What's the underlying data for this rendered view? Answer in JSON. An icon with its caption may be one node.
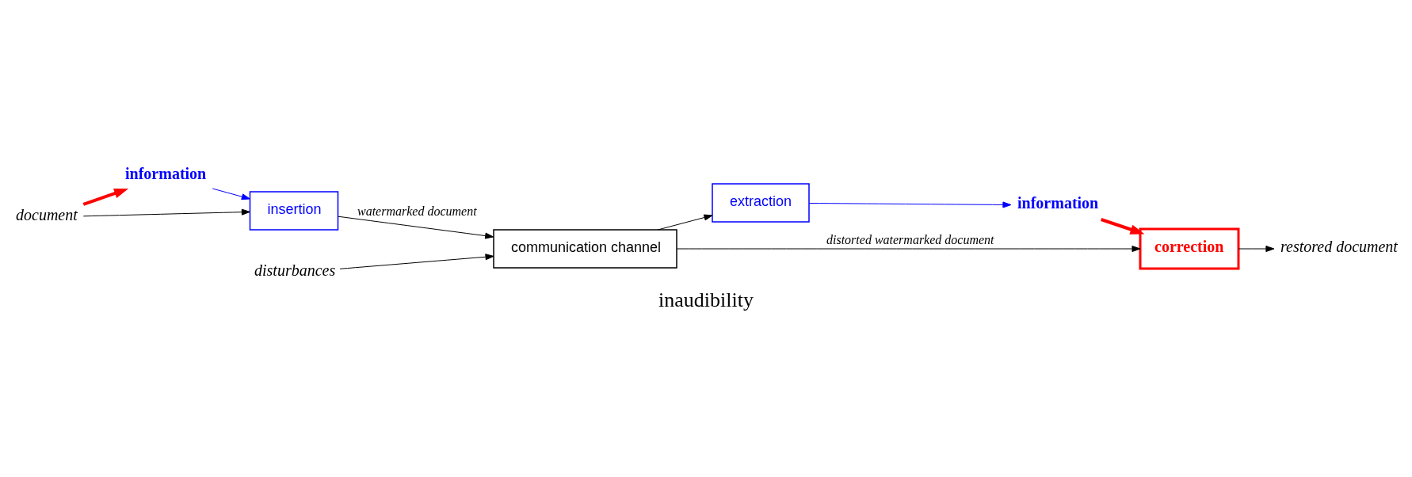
{
  "diagram": {
    "caption": "inaudibility",
    "nodes": [
      {
        "text": [
          "document"
        ]
      },
      {
        "text": [
          "information"
        ]
      },
      {
        "text": [
          "insertion"
        ]
      },
      {
        "text": [
          "disturbances"
        ]
      },
      {
        "text": [
          "communication channel"
        ]
      },
      {
        "text": [
          "extraction"
        ]
      },
      {
        "text": [
          "information"
        ]
      },
      {
        "text": [
          "correction"
        ]
      },
      {
        "text": [
          "restored document"
        ]
      }
    ],
    "edges": [
      {
        "from": 0,
        "to": 1,
        "arrow": "to",
        "style": "thick",
        "color": "#ff0000"
      },
      {
        "from": 1,
        "to": 2,
        "arrow": "to",
        "color": "#0000ff"
      },
      {
        "from": 0,
        "to": 2,
        "arrow": "to"
      },
      {
        "from": 2,
        "to": 4,
        "arrow": "to",
        "label": "watermarked document"
      },
      {
        "from": 3,
        "to": 4,
        "arrow": "to"
      },
      {
        "from": 4,
        "to": 5,
        "arrow": "to"
      },
      {
        "from": 5,
        "to": 6,
        "arrow": "to",
        "color": "#0000ff"
      },
      {
        "from": 6,
        "to": 7,
        "arrow": "to",
        "style": "thick",
        "color": "#ff0000"
      },
      {
        "from": 4,
        "to": 7,
        "arrow": "to",
        "label": "distorted watermarked document"
      },
      {
        "from": 7,
        "to": 8,
        "arrow": "to"
      }
    ]
  }
}
